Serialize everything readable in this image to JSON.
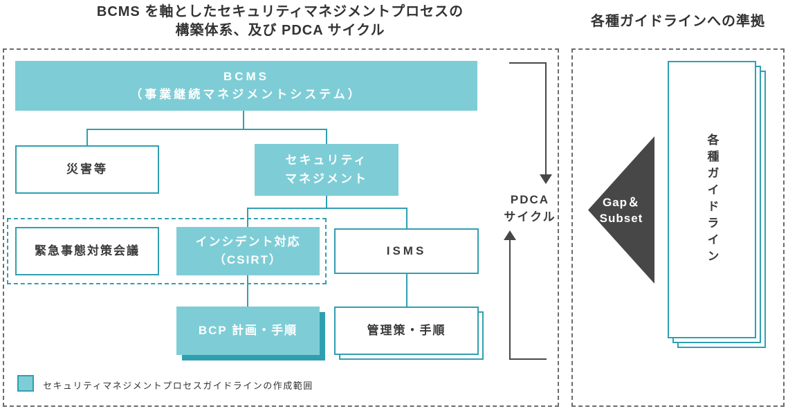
{
  "titles": {
    "left_line1": "BCMS を軸としたセキュリティマネジメントプロセスの",
    "left_line2": "構築体系、及び PDCA サイクル",
    "right": "各種ガイドラインへの準拠"
  },
  "process": {
    "bcms_line1": "BCMS",
    "bcms_line2": "（事業継続マネジメントシステム）",
    "disaster": "災害等",
    "security_line1": "セキュリティ",
    "security_line2": "マネジメント",
    "emergency": "緊急事態対策会議",
    "incident_line1": "インシデント対応",
    "incident_line2": "（CSIRT）",
    "isms": "ISMS",
    "bcp": "BCP 計画・手順",
    "controls": "管理策・手順",
    "legend": "セキュリティマネジメントプロセスガイドラインの作成範囲"
  },
  "pdca": {
    "line1": "PDCA",
    "line2": "サイクル"
  },
  "guidelines": {
    "gap_line1": "Gap＆",
    "gap_line2": "Subset",
    "stack_label": "各種ガイドライン"
  },
  "colors": {
    "teal_fill": "#7ECDD6",
    "teal_border": "#2F9FB0",
    "dark": "#474747",
    "text_dark": "#3A3A3A"
  }
}
